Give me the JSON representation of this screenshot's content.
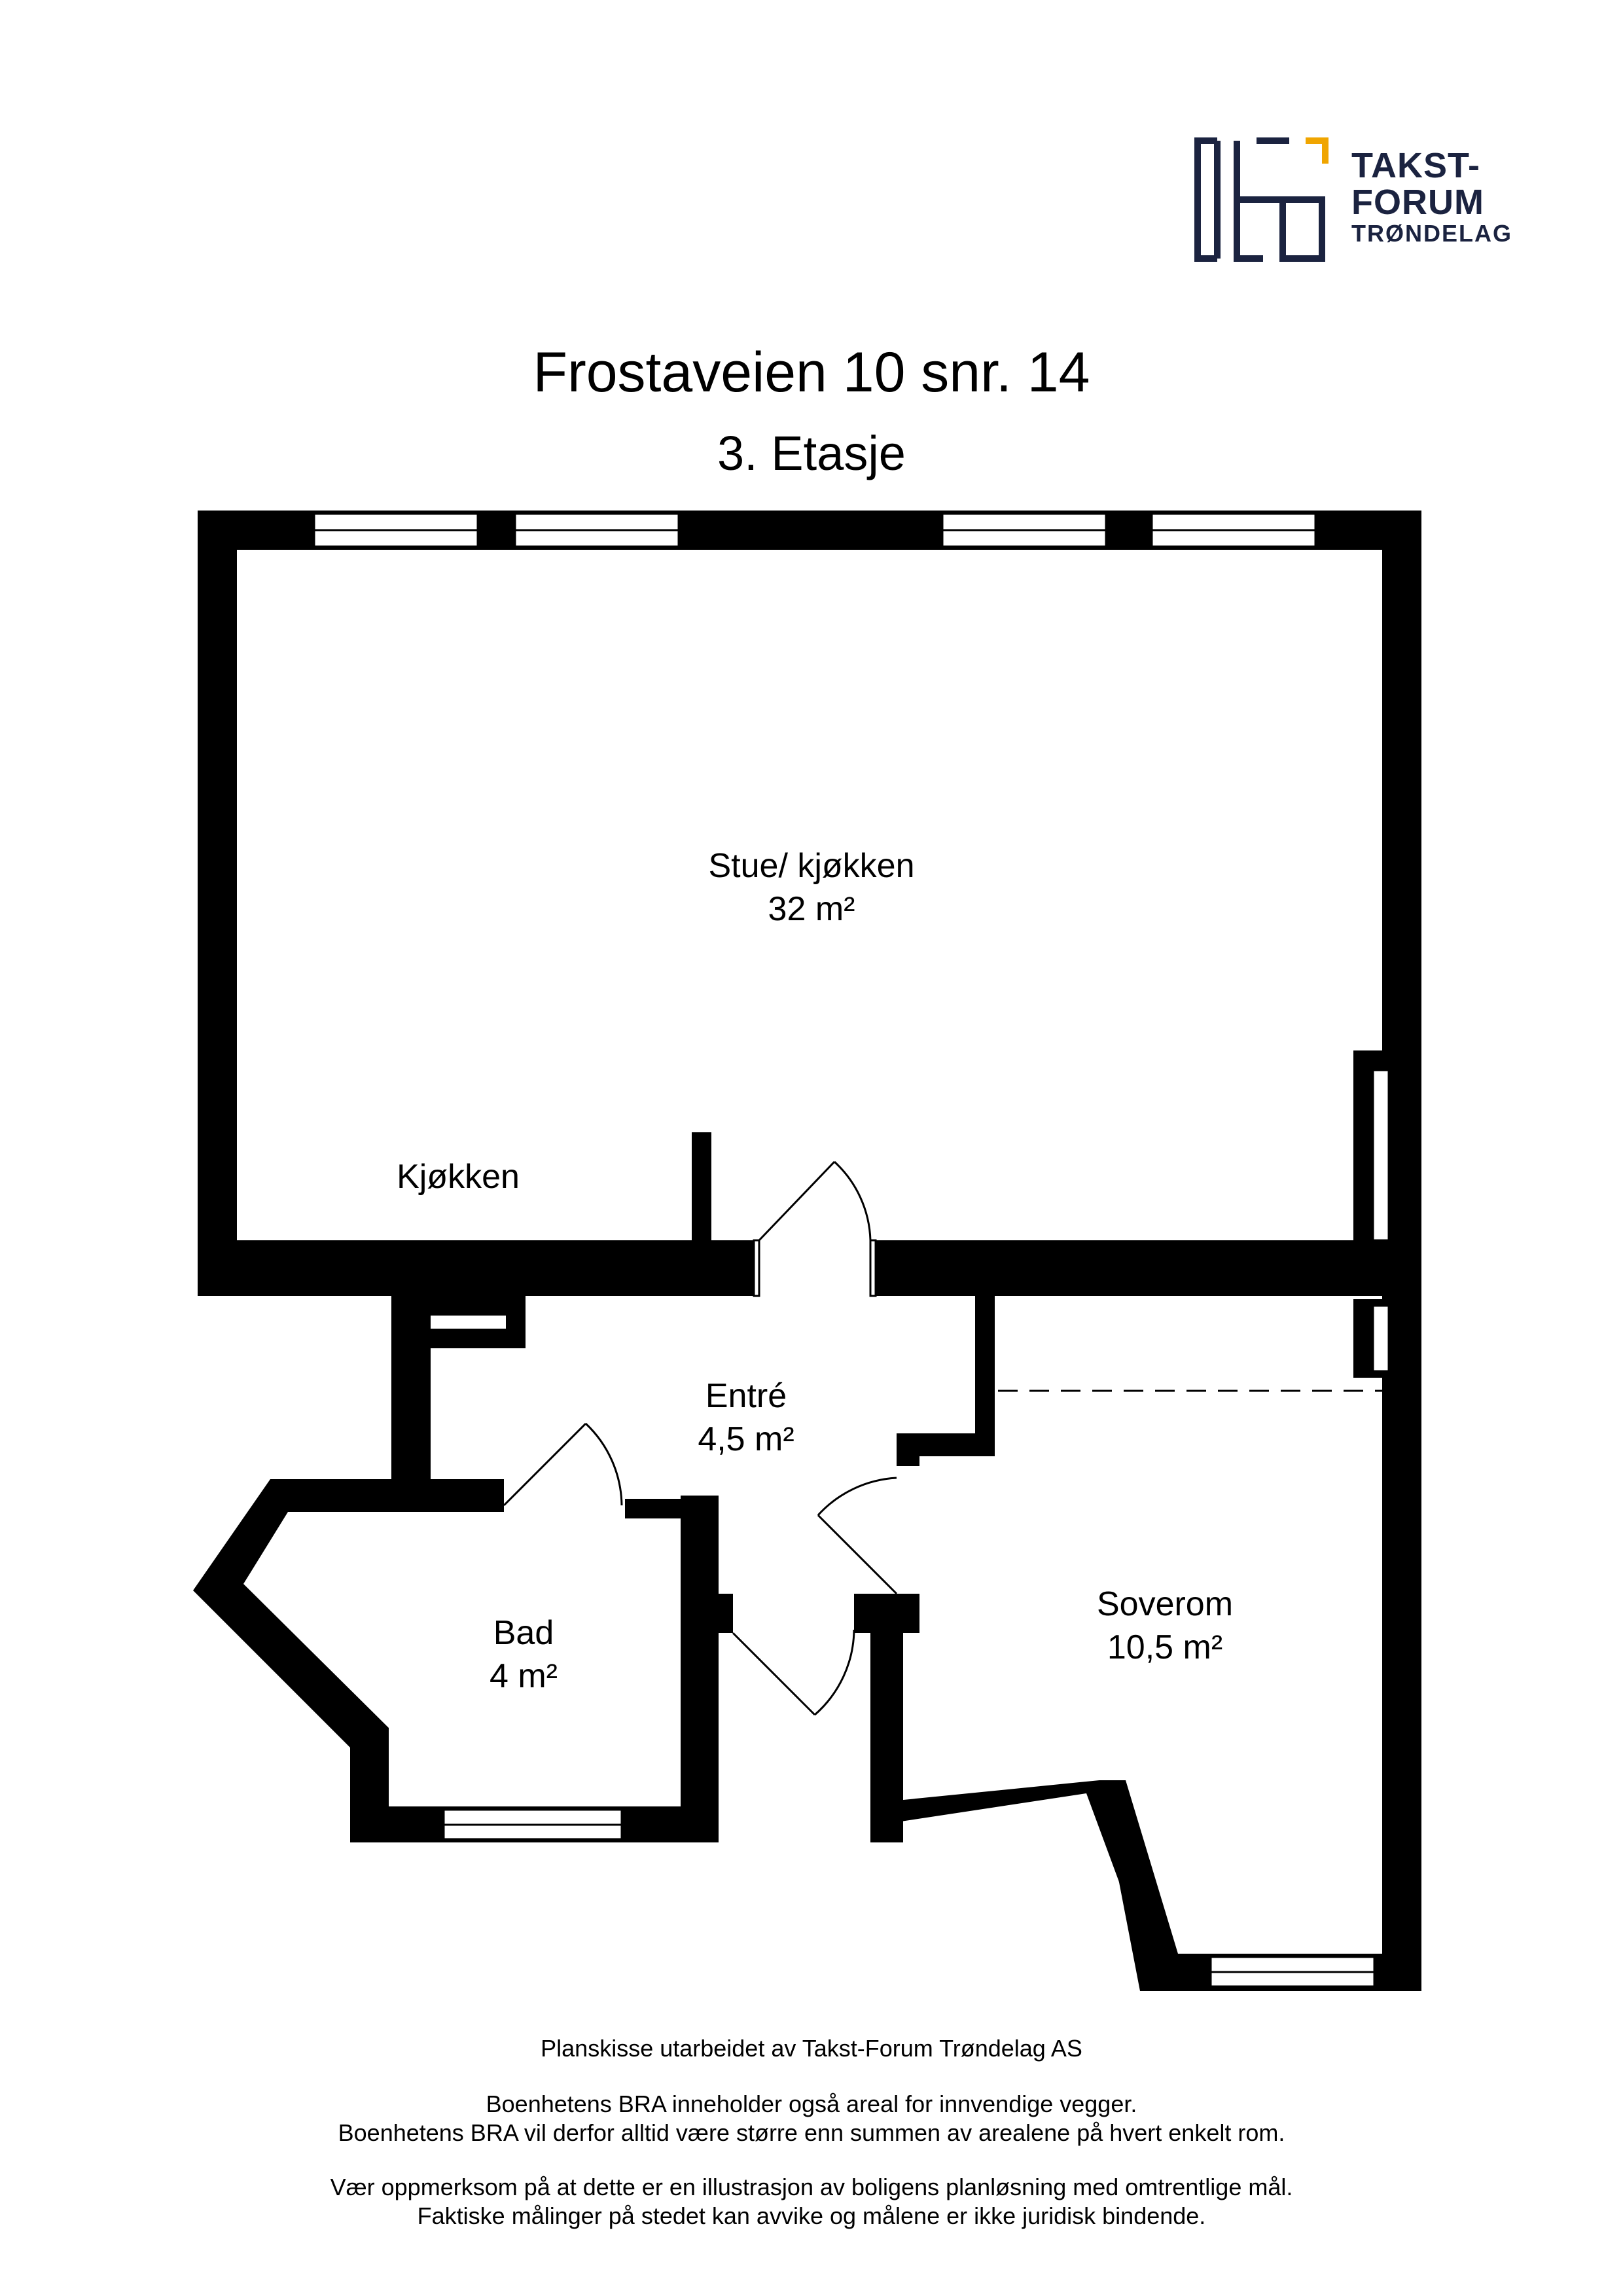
{
  "brand": {
    "line1": "TAKST-",
    "line2": "FORUM",
    "line3": "TRØNDELAG",
    "logo_icon": "floorplan-logo-icon",
    "colors": {
      "navy": "#1b2340",
      "gold": "#f0a500"
    }
  },
  "header": {
    "title": "Frostaveien 10 snr. 14",
    "floor": "3. Etasje"
  },
  "rooms": {
    "living": {
      "name": "Stue/ kjøkken",
      "area": "32 m²"
    },
    "kitchen": {
      "name": "Kjøkken"
    },
    "entry": {
      "name": "Entré",
      "area": "4,5 m²"
    },
    "bath": {
      "name": "Bad",
      "area": "4 m²"
    },
    "bedroom": {
      "name": "Soverom",
      "area": "10,5 m²"
    }
  },
  "footer": {
    "line1": "Planskisse utarbeidet av Takst-Forum Trøndelag AS",
    "line2": "Boenhetens BRA inneholder også areal for innvendige vegger.",
    "line3": "Boenhetens BRA vil derfor alltid være større enn summen av arealene på hvert enkelt rom.",
    "line4": "Vær oppmerksom på at dette er en illustrasjon av boligens planløsning med omtrentlige mål.",
    "line5": "Faktiske målinger på stedet kan avvike og målene er ikke juridisk bindende."
  }
}
